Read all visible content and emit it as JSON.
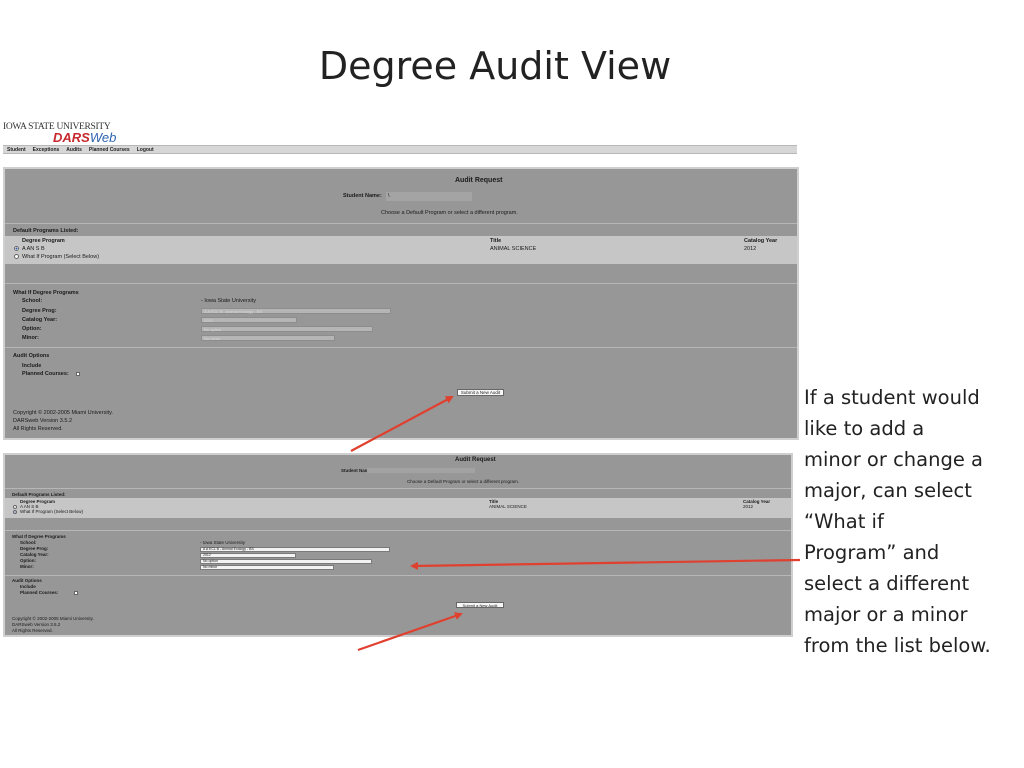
{
  "slide": {
    "title": "Degree Audit View",
    "callout_lines": [
      "If a student would",
      "like to add a",
      "minor or change a",
      "major, can select",
      "“What if",
      "Program” and",
      "select a different",
      "major or a minor",
      "from the list below."
    ]
  },
  "app": {
    "logo_university": "IOWA STATE UNIVERSITY",
    "logo_product_1": "DARS",
    "logo_product_2": "Web",
    "nav": [
      "Student",
      "Exceptions",
      "Audits",
      "Planned Courses",
      "Logout"
    ]
  },
  "audit_a": {
    "heading": "Audit Request",
    "student_name_label": "Student Name:",
    "student_name_value": "\\",
    "instruction": "Choose a Default Program or select a different program.",
    "default_programs_label": "Default Programs Listed:",
    "col_degree_program": "Degree Program",
    "col_title": "Title",
    "col_catalog_year": "Catalog Year",
    "program_code": "A AN S B",
    "program_title": "ANIMAL SCIENCE",
    "program_year": "2012",
    "what_if_option": "What If Program (Select Below)",
    "what_if_label": "What If Degree Programs",
    "school_label": "School:",
    "school_value": "- Iowa State University",
    "degree_prog_label": "Degree Prog:",
    "degree_prog_value": "A A ECL B - Animal Ecology - BS",
    "catalog_year_label": "Catalog Year:",
    "catalog_year_value": "2012",
    "option_label": "Option:",
    "option_value": "No option",
    "minor_label": "Minor:",
    "minor_value": "No minor",
    "audit_options_label": "Audit Options",
    "include_label": "Include",
    "planned_courses_label": "Planned Courses:",
    "submit_label": "Submit a New Audit",
    "copyright": "Copyright © 2002-2005 Miami University.",
    "version": "DARSweb Version 3.5.2",
    "rights": "All Rights Reserved."
  },
  "audit_b": {
    "heading": "Audit Request",
    "student_name_label": "Student Nam",
    "instruction": "Choose a Default Program or select a different program.",
    "default_programs_label": "Default Programs Listed:",
    "col_degree_program": "Degree Program",
    "col_title": "Title",
    "col_catalog_year": "Catalog Year",
    "program_code": "A AN S B",
    "program_title": "ANIMAL SCIENCE",
    "program_year": "2012",
    "what_if_option": "What If Program (Select Below)",
    "what_if_label": "What If Degree Programs",
    "school_label": "School:",
    "school_value": "- Iowa State University",
    "degree_prog_label": "Degree Prog:",
    "degree_prog_value": "A A ECL B - Animal Ecology - BS",
    "catalog_year_label": "Catalog Year:",
    "catalog_year_value": "2012",
    "option_label": "Option:",
    "option_value": "No option",
    "minor_label": "Minor:",
    "minor_value": "No minor",
    "audit_options_label": "Audit Options",
    "include_label": "Include",
    "planned_courses_label": "Planned Courses:",
    "submit_label": "Submit a New Audit",
    "copyright": "Copyright © 2002-2005 Miami University.",
    "version": "DARSweb Version 3.5.2",
    "rights": "All Rights Reserved."
  },
  "colors": {
    "arrow": "#e0402f",
    "panel": "#979797",
    "band": "#c6c6c6",
    "logo_red": "#c7282e",
    "logo_blue": "#2f63b1"
  }
}
